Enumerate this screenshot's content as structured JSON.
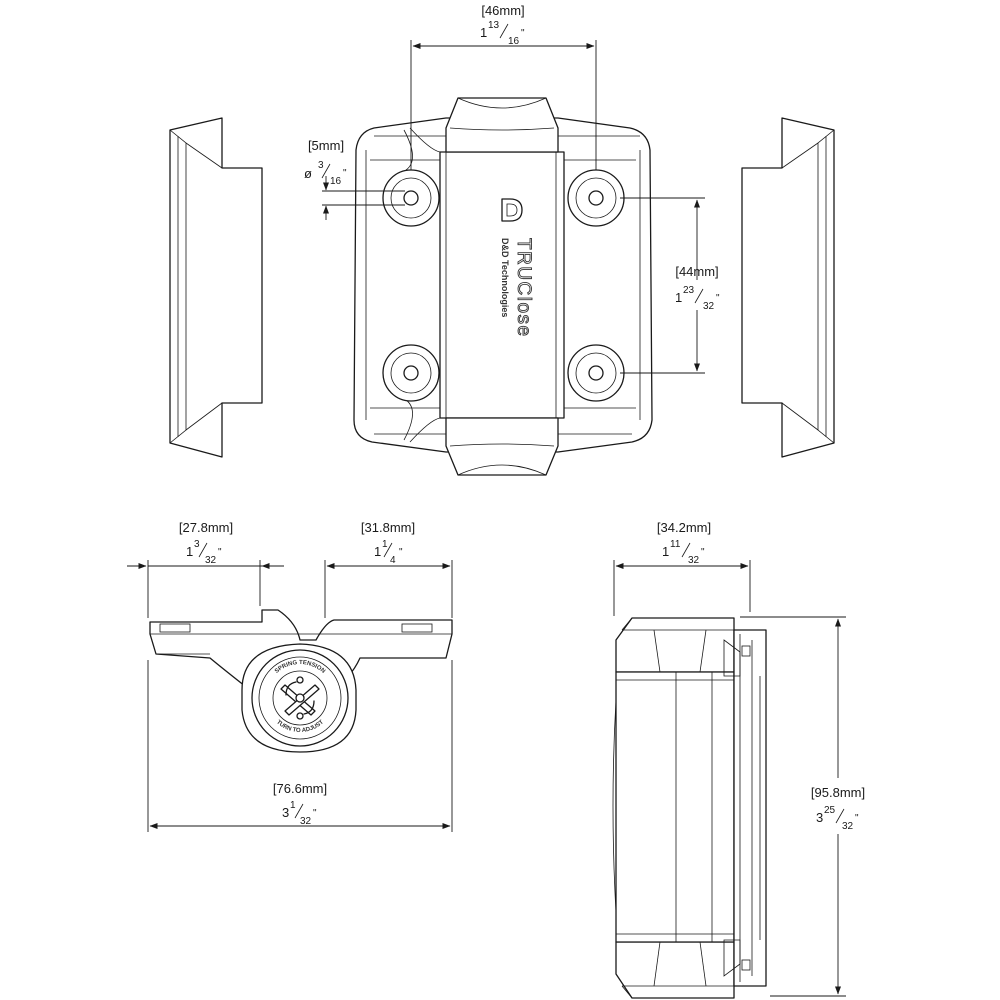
{
  "brand": {
    "name": "TRUClose",
    "company": "D&D Technologies",
    "logo_letter": "D"
  },
  "cap_text": {
    "top": "SPRING TENSION",
    "bottom": "TURN TO ADJUST"
  },
  "dimensions": {
    "top_width": {
      "metric": "[46mm]",
      "whole": "1",
      "num": "13",
      "den": "16",
      "inch_mark": "\""
    },
    "hole_dia": {
      "metric": "[5mm]",
      "prefix": "ø",
      "whole": "",
      "num": "3",
      "den": "16",
      "inch_mark": "\""
    },
    "hole_vertical": {
      "metric": "[44mm]",
      "whole": "1",
      "num": "23",
      "den": "32",
      "inch_mark": "\""
    },
    "left_leaf": {
      "metric": "[27.8mm]",
      "whole": "1",
      "num": "3",
      "den": "32",
      "inch_mark": "\""
    },
    "right_leaf": {
      "metric": "[31.8mm]",
      "whole": "1",
      "num": "1",
      "den": "4",
      "inch_mark": "\""
    },
    "overall_width": {
      "metric": "[76.6mm]",
      "whole": "3",
      "num": "1",
      "den": "32",
      "inch_mark": "\""
    },
    "side_depth": {
      "metric": "[34.2mm]",
      "whole": "1",
      "num": "11",
      "den": "32",
      "inch_mark": "\""
    },
    "overall_height": {
      "metric": "[95.8mm]",
      "whole": "3",
      "num": "25",
      "den": "32",
      "inch_mark": "\""
    }
  }
}
